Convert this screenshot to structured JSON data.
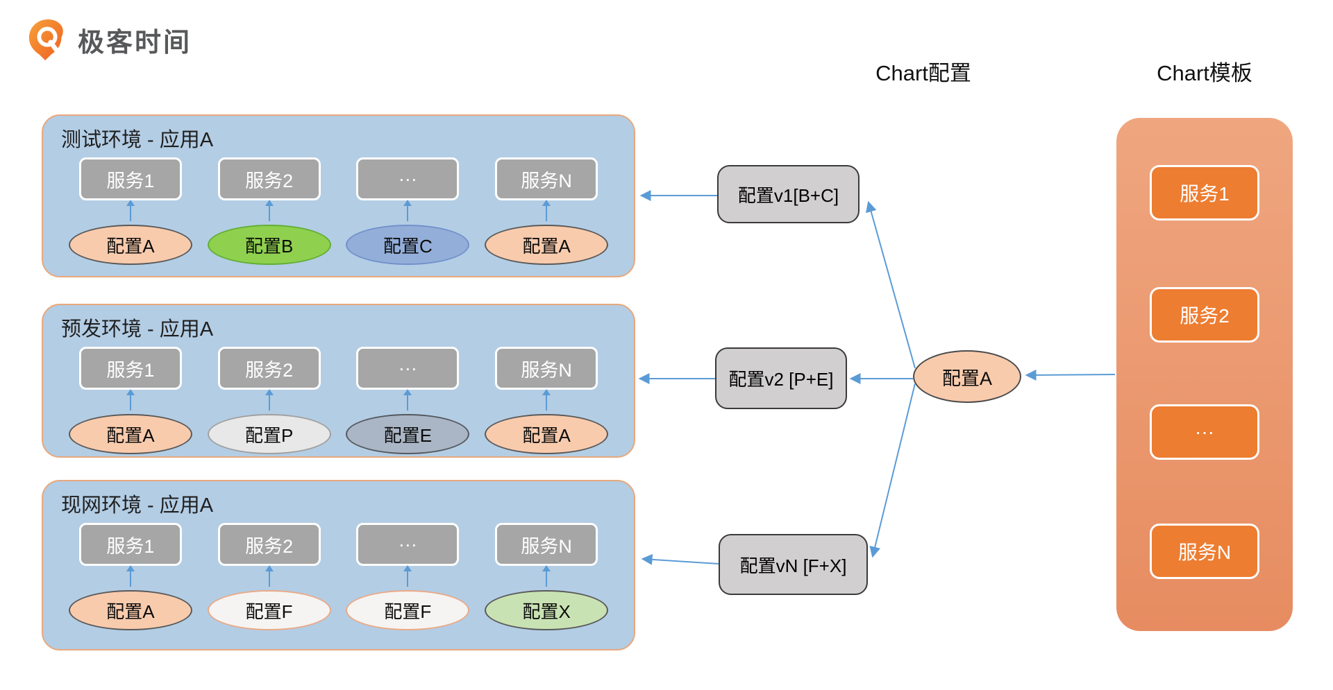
{
  "logo": {
    "text": "极客时间"
  },
  "headers": {
    "middle": "Chart配置",
    "right": "Chart模板"
  },
  "palette": {
    "arrow": "#5b9bd5",
    "env_fill": "#b3cde4",
    "env_border": "#e8a87c",
    "service_fill": "#a6a6a6",
    "config_box_fill": "#d1cfcf",
    "template_panel": "#e9926a",
    "template_service_fill": "#ed7d31",
    "center_config_fill": "#f8cbad"
  },
  "environments": [
    {
      "title": "测试环境 - 应用A",
      "services": [
        "服务1",
        "服务2",
        "···",
        "服务N"
      ],
      "configs": [
        {
          "label": "配置A",
          "fill": "#f8cbad",
          "border": "#595959"
        },
        {
          "label": "配置B",
          "fill": "#8fd14f",
          "border": "#62ae33"
        },
        {
          "label": "配置C",
          "fill": "#93aed8",
          "border": "#7291cb"
        },
        {
          "label": "配置A",
          "fill": "#f8cbad",
          "border": "#595959"
        }
      ]
    },
    {
      "title": "预发环境 - 应用A",
      "services": [
        "服务1",
        "服务2",
        "···",
        "服务N"
      ],
      "configs": [
        {
          "label": "配置A",
          "fill": "#f8cbad",
          "border": "#595959"
        },
        {
          "label": "配置P",
          "fill": "#e9e8e8",
          "border": "#a0a0a0"
        },
        {
          "label": "配置E",
          "fill": "#aab6c6",
          "border": "#55585e"
        },
        {
          "label": "配置A",
          "fill": "#f8cbad",
          "border": "#595959"
        }
      ]
    },
    {
      "title": "现网环境 - 应用A",
      "services": [
        "服务1",
        "服务2",
        "···",
        "服务N"
      ],
      "configs": [
        {
          "label": "配置A",
          "fill": "#f8cbad",
          "border": "#595959"
        },
        {
          "label": "配置F",
          "fill": "#f5f4f2",
          "border": "#eba987"
        },
        {
          "label": "配置F",
          "fill": "#f5f4f2",
          "border": "#eba987"
        },
        {
          "label": "配置X",
          "fill": "#c9e2b3",
          "border": "#595959"
        }
      ]
    }
  ],
  "chart_configs": [
    {
      "label": "配置v1[B+C]"
    },
    {
      "label": "配置v2 [P+E]"
    },
    {
      "label": "配置vN [F+X]"
    }
  ],
  "center_config": {
    "label": "配置A"
  },
  "template": {
    "services": [
      "服务1",
      "服务2",
      "···",
      "服务N"
    ]
  }
}
